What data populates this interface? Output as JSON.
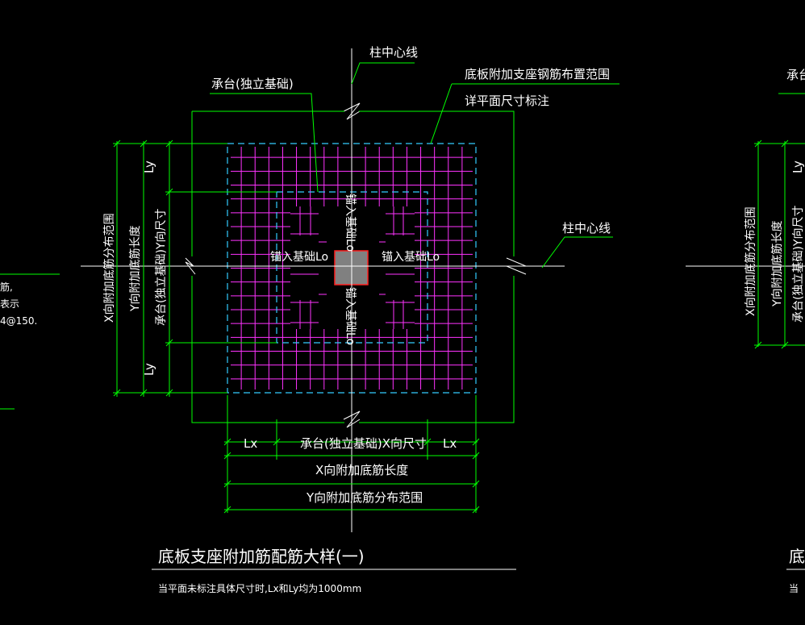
{
  "drawing": {
    "title": "底板支座附加筋配筋大样(一)",
    "note": "当平面未标注具体尺寸时,Lx和Ly均为1000mm",
    "labels": {
      "column_centerline_top": "柱中心线",
      "column_centerline_right": "柱中心线",
      "pile_cap": "承台(独立基础)",
      "rebar_range_line1": "底板附加支座钢筋布置范围",
      "rebar_range_line2": "详平面尺寸标注",
      "anchor_left": "锚入基础Lo",
      "anchor_right": "锚入基础Lo",
      "anchor_top": "锚入基础Lo",
      "anchor_bottom": "锚入基础Lo",
      "dim_lx_left": "Lx",
      "dim_lx_right": "Lx",
      "dim_cap_x": "承台(独立基础)X向尺寸",
      "dim_x_bar_length": "X向附加底筋长度",
      "dim_y_distribution": "Y向附加底筋分布范围",
      "dim_ly_top": "Ly",
      "dim_ly_bottom": "Ly",
      "dim_x_distribution": "X向附加底筋分布范围",
      "dim_y_bar_length": "Y向附加底筋长度",
      "dim_cap_y": "承台(独立基础)Y向尺寸"
    },
    "edge_fragments": {
      "left_line1": "筋,",
      "left_line2": "表示",
      "left_line3": "4@150.",
      "right_title": "底",
      "right_pile_cap": "承台",
      "right_x_distribution": "X向附加底筋分布范围",
      "right_y_bar_length": "Y向附加底筋长度",
      "right_cap_y": "承台(独立基础)Y向尺寸",
      "right_ly": "Ly",
      "right_note": "当"
    },
    "colors": {
      "background": "#000000",
      "dimension_line": "#00ff00",
      "centerline": "#ffffff",
      "rebar": "#ff33ff",
      "dashed_boundary": "#33ccff",
      "column_fill": "#808080",
      "column_outline": "#ff2020",
      "text": "#ffffff"
    }
  }
}
